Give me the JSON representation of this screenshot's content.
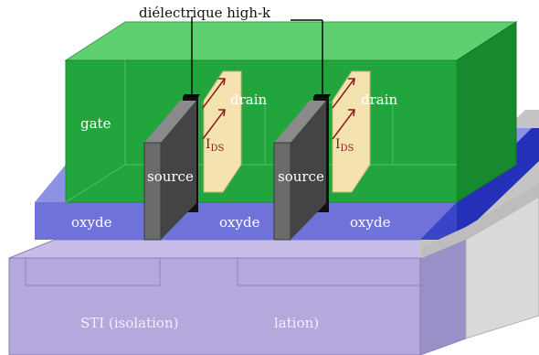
{
  "diagram": {
    "callout": "diélectrique high-k",
    "gate_label": "gate",
    "drain_label": "drain",
    "source_label": "source",
    "ids_main": "I",
    "ids_sub": "DS",
    "oxide_label": "oxyde",
    "sti_label_left": "STI (isolation)",
    "sti_label_right": "lation)",
    "colors": {
      "gate_front": "#22a53d",
      "gate_top": "#5fd06f",
      "gate_side": "#178a2f",
      "oxide": "#6f72d8",
      "oxide_side": "#2430b8",
      "sti": "#b4a8dc",
      "sti_side": "#9b8fc7",
      "source_fin": "#555555",
      "drain_fin": "#f4e3ae",
      "dielectric": "#111111",
      "ids_arrow": "#8a1b1b"
    }
  }
}
